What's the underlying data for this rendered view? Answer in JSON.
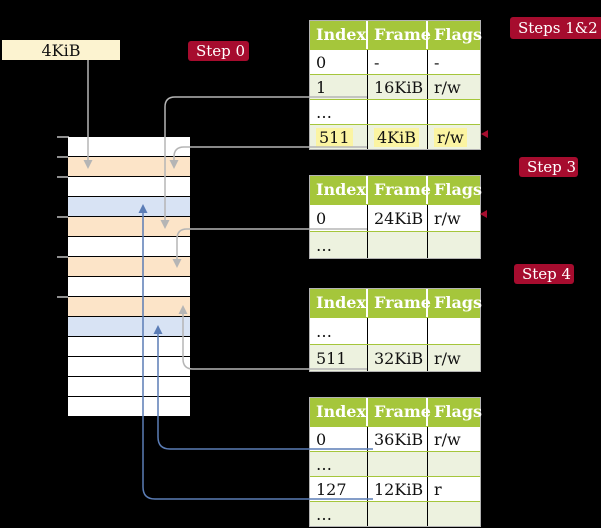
{
  "frame_box": {
    "label": "4KiB"
  },
  "badges": {
    "step0": {
      "label": "Step 0"
    },
    "steps_1_2": {
      "label": "Steps 1&2"
    },
    "step3": {
      "label": "Step 3"
    },
    "step4": {
      "label": "Step 4"
    }
  },
  "memory_stack": {
    "cells": [
      {
        "type": "free"
      },
      {
        "type": "page-table"
      },
      {
        "type": "free"
      },
      {
        "type": "mapped-page"
      },
      {
        "type": "page-table"
      },
      {
        "type": "free"
      },
      {
        "type": "page-table"
      },
      {
        "type": "free"
      },
      {
        "type": "page-table"
      },
      {
        "type": "mapped-page"
      },
      {
        "type": "free"
      },
      {
        "type": "free"
      },
      {
        "type": "free"
      },
      {
        "type": "free"
      }
    ]
  },
  "page_tables": [
    {
      "name": "table-steps-1-2",
      "headers": [
        "Index",
        "Frame",
        "Flags"
      ],
      "rows": [
        {
          "index": "0",
          "frame": "-",
          "flags": "-",
          "shaded": false,
          "highlight": false
        },
        {
          "index": "1",
          "frame": "16KiB",
          "flags": "r/w",
          "shaded": true,
          "highlight": false
        },
        {
          "index": "…",
          "frame": "",
          "flags": "",
          "shaded": false,
          "highlight": false
        },
        {
          "index": "511",
          "frame": "4KiB",
          "flags": "r/w",
          "shaded": true,
          "highlight": true
        }
      ]
    },
    {
      "name": "table-step-3",
      "headers": [
        "Index",
        "Frame",
        "Flags"
      ],
      "rows": [
        {
          "index": "0",
          "frame": "24KiB",
          "flags": "r/w",
          "shaded": false,
          "highlight": false
        },
        {
          "index": "…",
          "frame": "",
          "flags": "",
          "shaded": true,
          "highlight": false
        }
      ]
    },
    {
      "name": "table-step-4",
      "headers": [
        "Index",
        "Frame",
        "Flags"
      ],
      "rows": [
        {
          "index": "…",
          "frame": "",
          "flags": "",
          "shaded": false,
          "highlight": false
        },
        {
          "index": "511",
          "frame": "32KiB",
          "flags": "r/w",
          "shaded": true,
          "highlight": false
        }
      ]
    },
    {
      "name": "table-last-level",
      "headers": [
        "Index",
        "Frame",
        "Flags"
      ],
      "rows": [
        {
          "index": "0",
          "frame": "36KiB",
          "flags": "r/w",
          "shaded": false,
          "highlight": false
        },
        {
          "index": "…",
          "frame": "",
          "flags": "",
          "shaded": true,
          "highlight": false
        },
        {
          "index": "127",
          "frame": "12KiB",
          "flags": "r",
          "shaded": false,
          "highlight": false
        },
        {
          "index": "…",
          "frame": "",
          "flags": "",
          "shaded": true,
          "highlight": false
        }
      ]
    }
  ],
  "colors": {
    "background": "#000000",
    "table_header_green": "#a5c63b",
    "table_row_green": "#edf2df",
    "highlight_yellow": "#fbf4a2",
    "badge_red": "#a60c2e",
    "frame_box_cream": "#fcf3d0",
    "page_table_frame_peach": "#fce4c8",
    "mapped_page_blue": "#d8e3f4",
    "connector_gray": "#b5b5b5",
    "connector_blue": "#5b7db6"
  }
}
